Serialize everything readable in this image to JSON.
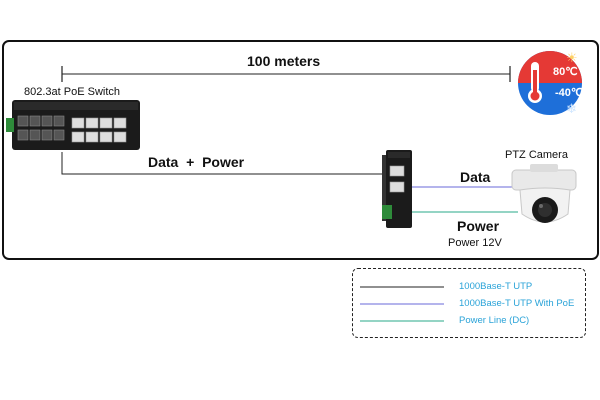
{
  "diagram": {
    "distance_label": "100 meters",
    "switch_label": "802.3at PoE Switch",
    "data_power_label": "Data  +  Power",
    "data_label": "Data",
    "power_label": "Power",
    "power_voltage_label": "Power 12V",
    "camera_label": "PTZ Camera",
    "temp_high": "80℃",
    "temp_low": "-40℃"
  },
  "legend": {
    "items": [
      {
        "label": "1000Base-T UTP",
        "color": "#222222"
      },
      {
        "label": "1000Base-T UTP With PoE",
        "color": "#6a6ad8"
      },
      {
        "label": "Power Line (DC)",
        "color": "#2aa88a"
      }
    ]
  },
  "colors": {
    "hot": "#e53935",
    "cold": "#1e6fd9",
    "device_body": "#1b1b1b",
    "terminal_green": "#2e8b3a"
  }
}
